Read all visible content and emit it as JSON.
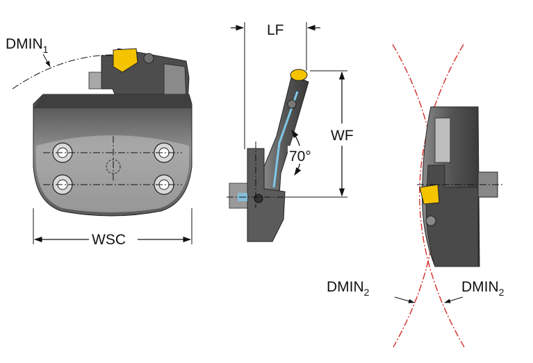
{
  "labels": {
    "dmin1_main": "DMIN",
    "dmin1_sub": "1",
    "lf": "LF",
    "wf": "WF",
    "angle": "70°",
    "wsc": "WSC",
    "dmin2_left_main": "DMIN",
    "dmin2_left_sub": "2",
    "dmin2_right_main": "DMIN",
    "dmin2_right_sub": "2"
  },
  "colors": {
    "body_dark": "#3d3d3d",
    "body_mid": "#6b6b6b",
    "body_light": "#9c9c9c",
    "insert_yellow": "#f5c400",
    "coolant_blue": "#7fc8e8",
    "bore_red": "#d42a2a"
  }
}
